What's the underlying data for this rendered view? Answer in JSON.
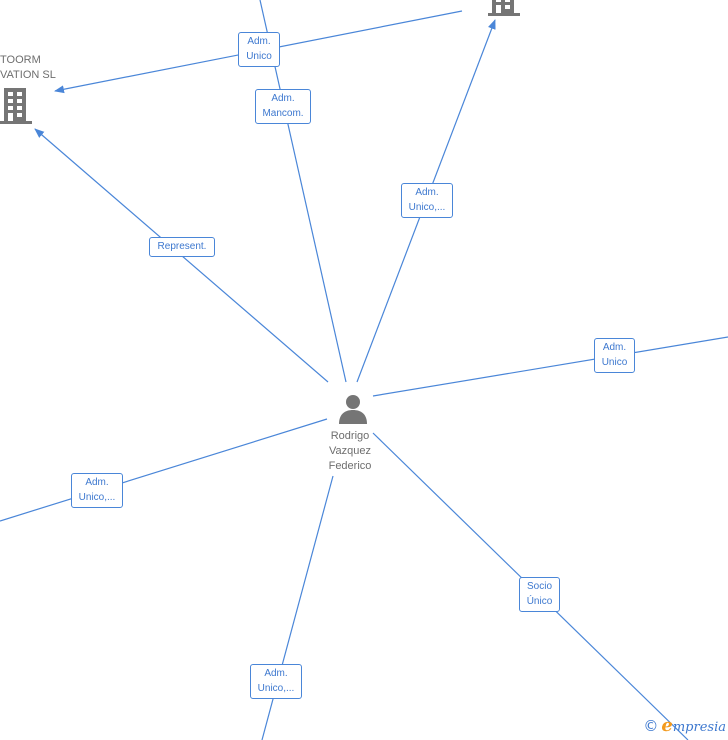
{
  "center_person": {
    "name_lines": [
      "Rodrigo",
      "Vazquez",
      "Federico"
    ],
    "icon": "person-icon"
  },
  "companies": [
    {
      "id": "company-left",
      "name_lines": [
        "TOORM",
        "VATION  SL"
      ],
      "icon": "building-icon"
    },
    {
      "id": "company-top-right",
      "name_lines": [],
      "icon": "building-icon"
    }
  ],
  "edge_labels": [
    {
      "id": "adm-unico-top",
      "lines": [
        "Adm.",
        "Unico"
      ]
    },
    {
      "id": "adm-mancom",
      "lines": [
        "Adm.",
        "Mancom."
      ]
    },
    {
      "id": "adm-unico-etc-upper",
      "lines": [
        "Adm.",
        "Unico,..."
      ]
    },
    {
      "id": "represent",
      "lines": [
        "Represent."
      ]
    },
    {
      "id": "adm-unico-right",
      "lines": [
        "Adm.",
        "Unico"
      ]
    },
    {
      "id": "adm-unico-etc-left",
      "lines": [
        "Adm.",
        "Unico,..."
      ]
    },
    {
      "id": "socio-unico",
      "lines": [
        "Socio",
        "Único"
      ]
    },
    {
      "id": "adm-unico-etc-bottom",
      "lines": [
        "Adm.",
        "Unico,..."
      ]
    }
  ],
  "colors": {
    "edge": "#4a86d8",
    "label_text": "#3d78cf",
    "node_icon": "#757575",
    "node_text": "#6e6e6e",
    "brand_orange": "#f39a1e"
  },
  "watermark": {
    "copyright": "©",
    "brand_first": "e",
    "brand_rest": "mpresia"
  }
}
